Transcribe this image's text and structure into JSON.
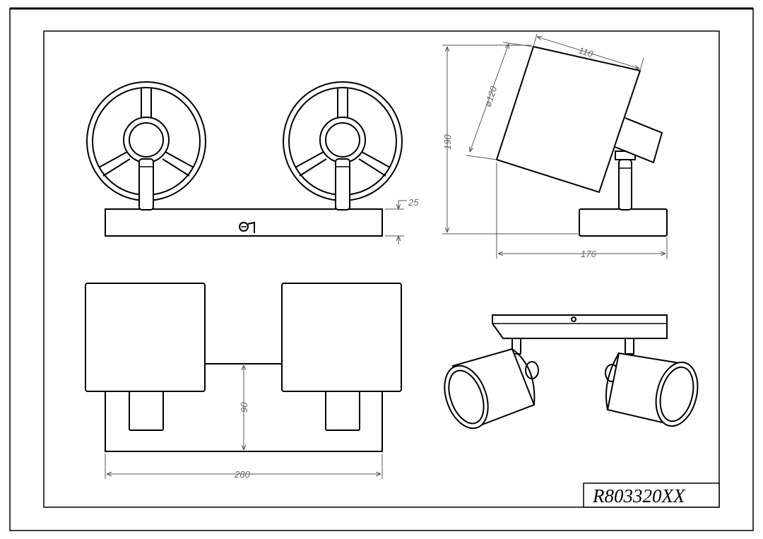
{
  "dimensions": {
    "height_base": "25",
    "depth": "110",
    "diameter": "ø120",
    "total_height": "190",
    "width_side": "176",
    "projection": "90",
    "length": "280"
  },
  "product_code": "R803320XX"
}
